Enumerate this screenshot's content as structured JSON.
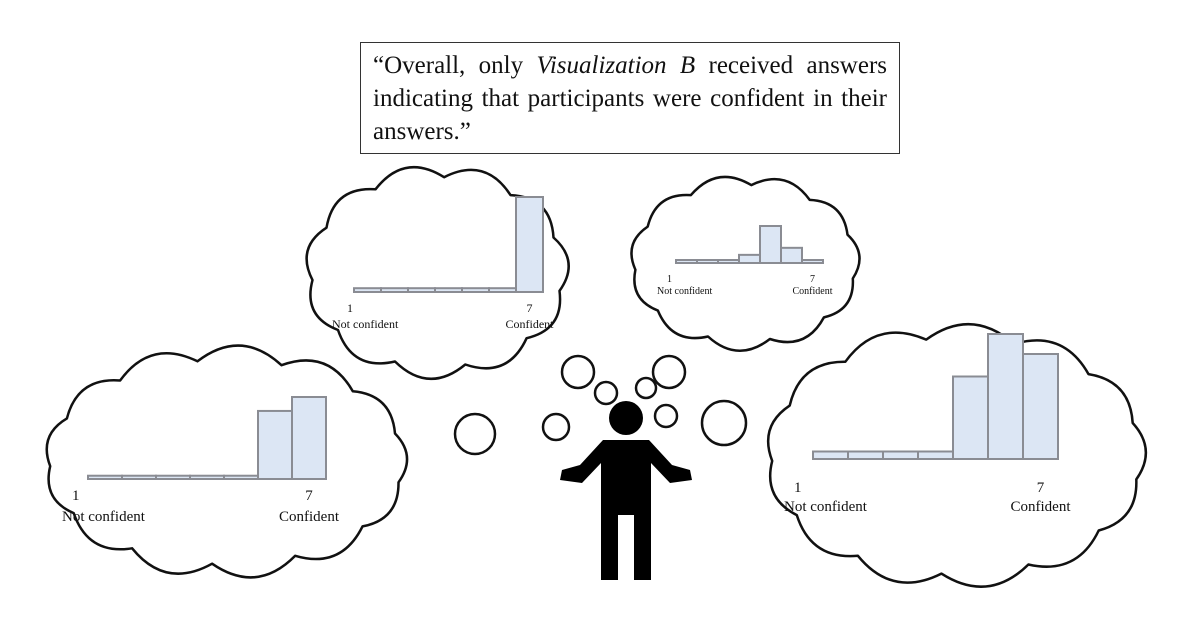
{
  "quote": {
    "before": "“Overall, only ",
    "emphasis": "Visualization B",
    "after": " received answers indicating that participants were confident in their answers.”"
  },
  "colors": {
    "bar_fill": "#dce6f4",
    "bar_stroke": "#8a8c93",
    "cloud_stroke": "#111111",
    "figure": "#000000"
  },
  "icon": "person-shrugging-icon",
  "chart_data": [
    {
      "type": "bar",
      "categories": [
        "1",
        "2",
        "3",
        "4",
        "5",
        "6",
        "7"
      ],
      "values": [
        0.04,
        0.04,
        0.04,
        0.04,
        0.04,
        0.04,
        1.0
      ],
      "low_tick": "1",
      "high_tick": "7",
      "low_label": "Not confident",
      "high_label": "Confident"
    },
    {
      "type": "bar",
      "categories": [
        "1",
        "2",
        "3",
        "4",
        "5",
        "6",
        "7"
      ],
      "values": [
        0.06,
        0.06,
        0.06,
        0.06,
        0.66,
        1.0,
        0.84
      ],
      "low_tick": "1",
      "high_tick": "7",
      "low_label": "Not confident",
      "high_label": "Confident"
    },
    {
      "type": "bar",
      "categories": [
        "1",
        "2",
        "3",
        "4",
        "5",
        "6",
        "7"
      ],
      "values": [
        0.04,
        0.04,
        0.04,
        0.04,
        0.04,
        0.83,
        1.0
      ],
      "low_tick": "1",
      "high_tick": "7",
      "low_label": "Not confident",
      "high_label": "Confident"
    },
    {
      "type": "bar",
      "categories": [
        "1",
        "2",
        "3",
        "4",
        "5",
        "6",
        "7"
      ],
      "values": [
        0.05,
        0.05,
        0.05,
        0.22,
        1.0,
        0.41,
        0.05
      ],
      "low_tick": "1",
      "high_tick": "7",
      "low_label": "Not confident",
      "high_label": "Confident"
    }
  ]
}
